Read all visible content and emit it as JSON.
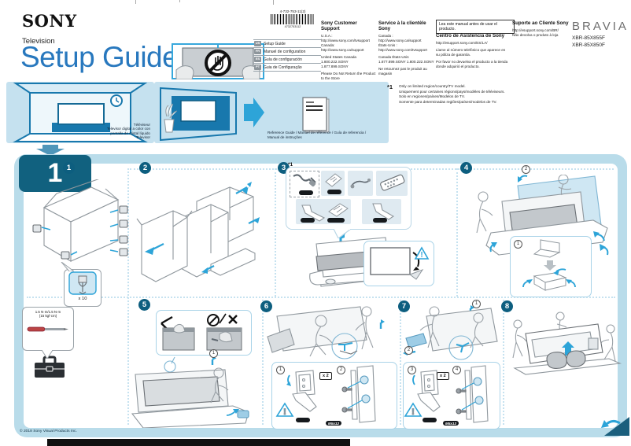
{
  "header": {
    "logo": "SONY",
    "product_code": "4-732-753-11(2)",
    "barcode_number": "4732753112",
    "category": "Television",
    "title": "Setup Guide",
    "languages": [
      {
        "code": "US",
        "label": "Setup Guide"
      },
      {
        "code": "FR",
        "label": "Manuel de configuration"
      },
      {
        "code": "ES",
        "label": "Guía de configuración"
      },
      {
        "code": "PT",
        "label": "Guia de Configuração"
      }
    ],
    "support": {
      "col1": {
        "title": "Sony Customer Support",
        "lines": [
          "U.S.A.:",
          "http://www.sony.com/tvsupport",
          "Canada:",
          "http://www.sony.ca/support",
          "United States    Canada",
          "1.800.222.SONY    1.877.899.SONY",
          "Please Do Not Return the Product to the Store"
        ]
      },
      "col2": {
        "title": "Service à la clientèle Sony",
        "lines": [
          "Canada :",
          "http://www.sony.ca/support",
          "États-Unis :",
          "http://www.sony.com/tvsupport",
          "Canada    États-Unis",
          "1.877.899.SONY    1.800.222.SONY",
          "Ne retournez pas le produit au magasin"
        ]
      },
      "col3": {
        "notice": "Lea este manual antes de usar el producto.",
        "title": "Centro de Asistencia de Sony",
        "lines": [
          "http://esupport.sony.com/ES/LA/",
          "Llame al número telefónico que aparece en su póliza de garantía.",
          "Por favor no devuelva el producto a la tienda donde adquirió el producto."
        ]
      },
      "col4": {
        "title": "Suporte ao Cliente Sony",
        "lines": [
          "http://esupport.sony.com/BR/",
          "Não devolva o produto à loja"
        ]
      }
    },
    "brand": "BRAVIA",
    "models": [
      "XBR-85X855F",
      "XBR-85X850F"
    ]
  },
  "intro": {
    "tv_caption": [
      "Téléviseur",
      "Televisor digital a color con",
      "pantalla de cristal líquido",
      "Televisor"
    ],
    "reference_caption_1": "Reference Guide / Manuel de référence / Guía de referencia /",
    "reference_caption_2": "Manual de instruções",
    "footnote_marker": "*1",
    "footnote_lines": [
      "Only on limited region/country/TV model.",
      "Uniquement pour certaines régions/pays/modèles de téléviseurs.",
      "Solo en regiones/países/Modelos de TV.",
      "Somente para determinadas regiões/países/modelos de TV."
    ]
  },
  "section": {
    "number": "1",
    "steps": {
      "s1": "1",
      "s2": "2",
      "s3": "3",
      "s4": "4",
      "s5": "5",
      "s6": "6",
      "s7": "7",
      "s8": "8"
    },
    "step3_footnote": "*1",
    "badge_x10": "x 10",
    "badge_x2_a": "x 2",
    "badge_x2_b": "x 2",
    "screw_label_a": "M5x12",
    "screw_label_b": "M5x12",
    "torque_line1": "1.5 N·m/1.5 N·m",
    "torque_line2": "{15 kgf·cm}",
    "warning_mark": "!",
    "substeps": {
      "c1": "1",
      "c2": "2",
      "c3": "3",
      "c4": "4"
    }
  },
  "footer": {
    "copyright": "© 2018 Sony Visual Products Inc."
  },
  "colors": {
    "accent_blue": "#2878be",
    "panel_blue": "#b9dcea",
    "deep_blue": "#1878ad",
    "arrow_cyan": "#2da4d8",
    "badge_teal": "#0d5e7f"
  }
}
